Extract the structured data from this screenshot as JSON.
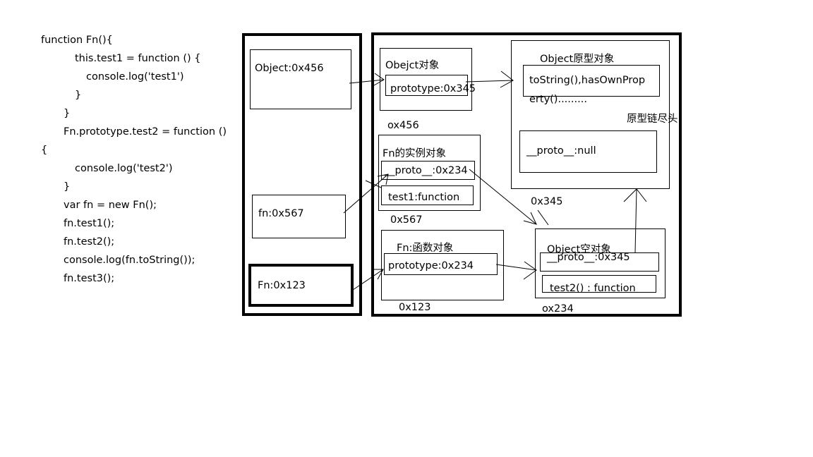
{
  "code": {
    "lines": [
      "function Fn(){",
      "this.test1 = function () {",
      "console.log('test1')",
      "}",
      "}",
      "Fn.prototype.test2 = function ()",
      "{",
      "console.log('test2')",
      "}",
      "var fn = new Fn();",
      "fn.test1();",
      "fn.test2();",
      "console.log(fn.toString());",
      "fn.test3();"
    ]
  },
  "stack": {
    "object_var": "Object:0x456",
    "fn_var": "fn:0x567",
    "Fn_var": "Fn:0x123"
  },
  "heap": {
    "object_fn": {
      "title": "Obejct对象",
      "prototype": "prototype:0x345",
      "address": "ox456"
    },
    "object_prototype": {
      "title": "Object原型对象",
      "methods_line1": "toString(),hasOwnProp",
      "methods_line2": "erty().........",
      "proto": "__proto__:null",
      "address": "0x345",
      "chain_end_label": "原型链尽头"
    },
    "fn_instance": {
      "title": "Fn的实例对象",
      "proto": "__proto__:0x234",
      "test1": "test1:function",
      "address": "0x567"
    },
    "fn_function": {
      "title": "Fn:函数对象",
      "prototype": "prototype:0x234",
      "address": "0x123"
    },
    "empty_object": {
      "title": "Object空对象",
      "proto": "__proto__:0x345",
      "test2": "test2() : function",
      "address": "ox234"
    }
  }
}
